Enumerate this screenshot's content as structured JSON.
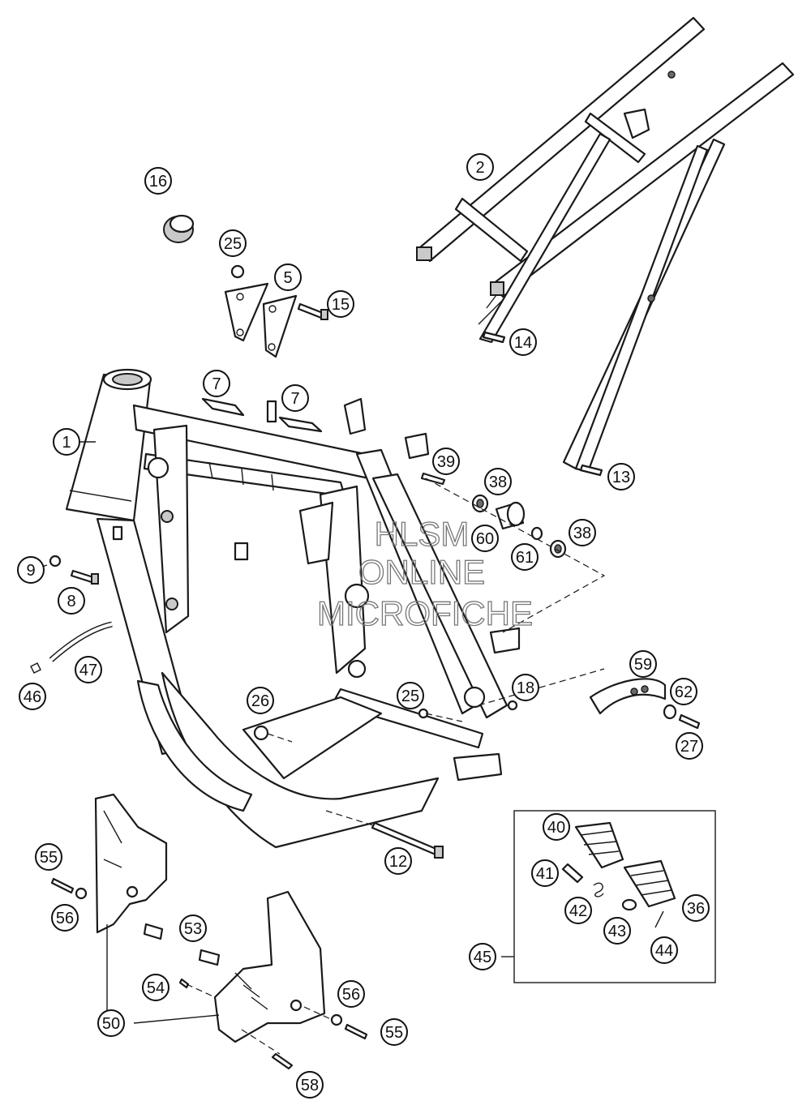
{
  "callouts": [
    {
      "id": "c1",
      "label": "1"
    },
    {
      "id": "c2",
      "label": "2"
    },
    {
      "id": "c5",
      "label": "5"
    },
    {
      "id": "c7a",
      "label": "7"
    },
    {
      "id": "c7b",
      "label": "7"
    },
    {
      "id": "c8",
      "label": "8"
    },
    {
      "id": "c9",
      "label": "9"
    },
    {
      "id": "c12",
      "label": "12"
    },
    {
      "id": "c13",
      "label": "13"
    },
    {
      "id": "c14",
      "label": "14"
    },
    {
      "id": "c15",
      "label": "15"
    },
    {
      "id": "c16",
      "label": "16"
    },
    {
      "id": "c18",
      "label": "18"
    },
    {
      "id": "c25a",
      "label": "25"
    },
    {
      "id": "c25b",
      "label": "25"
    },
    {
      "id": "c26",
      "label": "26"
    },
    {
      "id": "c27",
      "label": "27"
    },
    {
      "id": "c36",
      "label": "36"
    },
    {
      "id": "c38a",
      "label": "38"
    },
    {
      "id": "c38b",
      "label": "38"
    },
    {
      "id": "c39",
      "label": "39"
    },
    {
      "id": "c40",
      "label": "40"
    },
    {
      "id": "c41",
      "label": "41"
    },
    {
      "id": "c42",
      "label": "42"
    },
    {
      "id": "c43",
      "label": "43"
    },
    {
      "id": "c44",
      "label": "44"
    },
    {
      "id": "c45",
      "label": "45"
    },
    {
      "id": "c46",
      "label": "46"
    },
    {
      "id": "c47",
      "label": "47"
    },
    {
      "id": "c50",
      "label": "50"
    },
    {
      "id": "c53",
      "label": "53"
    },
    {
      "id": "c54",
      "label": "54"
    },
    {
      "id": "c55a",
      "label": "55"
    },
    {
      "id": "c55b",
      "label": "55"
    },
    {
      "id": "c56a",
      "label": "56"
    },
    {
      "id": "c56b",
      "label": "56"
    },
    {
      "id": "c58",
      "label": "58"
    },
    {
      "id": "c59",
      "label": "59"
    },
    {
      "id": "c60",
      "label": "60"
    },
    {
      "id": "c61",
      "label": "61"
    },
    {
      "id": "c62",
      "label": "62"
    }
  ],
  "watermark": {
    "line1": "HLSM",
    "line2": "ONLINE",
    "line3": "MICROFICHE"
  }
}
